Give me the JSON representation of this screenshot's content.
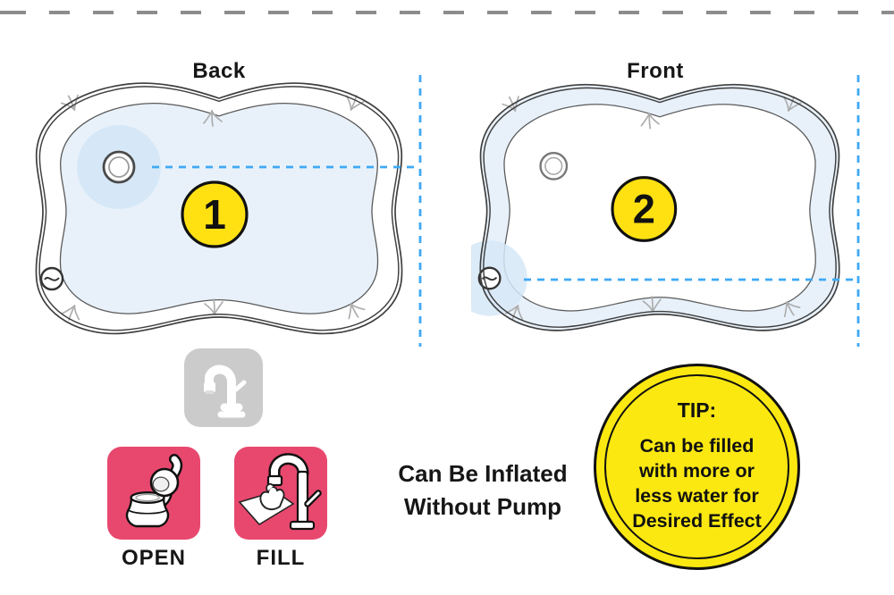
{
  "colors": {
    "pink": "#E8486E",
    "badge_yellow": "#FFE112",
    "tip_yellow": "#FBE811",
    "mat_blue": "#E8F1FA",
    "halo_blue": "#D6E8F7",
    "dash_blue": "#3FA9F5",
    "outline": "#3F3F3F",
    "gray_box": "#CBCBCB",
    "top_dash_gray": "#8C8C8C"
  },
  "mats": {
    "back": {
      "label": "Back",
      "badge": "1"
    },
    "front": {
      "label": "Front",
      "badge": "2"
    }
  },
  "steps": {
    "open": {
      "label": "OPEN"
    },
    "fill": {
      "label": "FILL"
    }
  },
  "caption": {
    "line1": "Can Be Inflated",
    "line2": "Without Pump"
  },
  "tip": {
    "title": "TIP:",
    "lines": [
      "Can be filled",
      "with more or",
      "less water for",
      "Desired Effect"
    ]
  }
}
